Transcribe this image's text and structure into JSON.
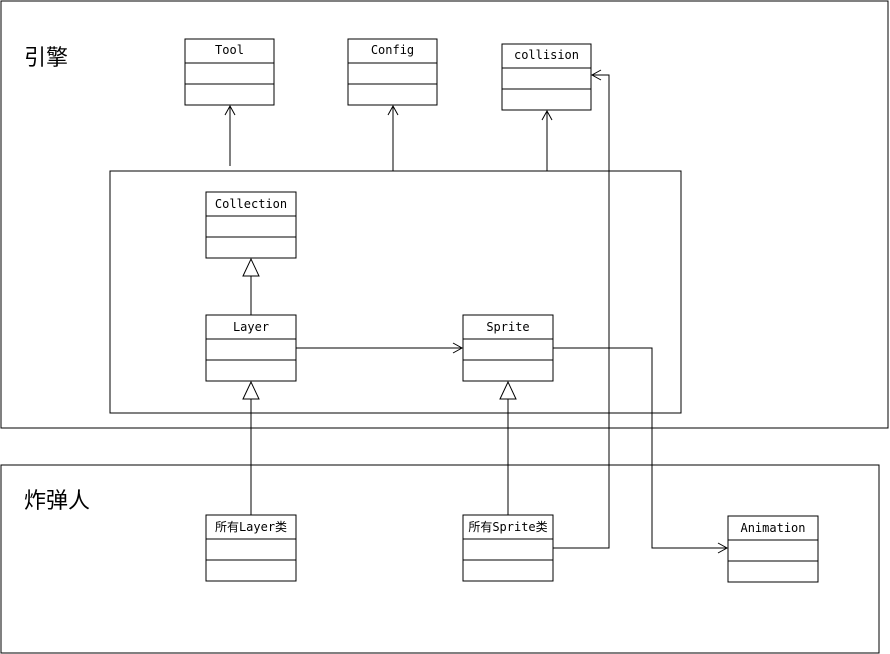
{
  "packages": {
    "engine": {
      "label": "引擎"
    },
    "game": {
      "label": "炸弹人"
    }
  },
  "classes": {
    "tool": {
      "name": "Tool"
    },
    "config": {
      "name": "Config"
    },
    "collision": {
      "name": "collision"
    },
    "collection": {
      "name": "Collection"
    },
    "layer": {
      "name": "Layer"
    },
    "sprite": {
      "name": "Sprite"
    },
    "all_layer": {
      "name": "所有Layer类"
    },
    "all_sprite": {
      "name": "所有Sprite类"
    },
    "animation": {
      "name": "Animation"
    }
  }
}
